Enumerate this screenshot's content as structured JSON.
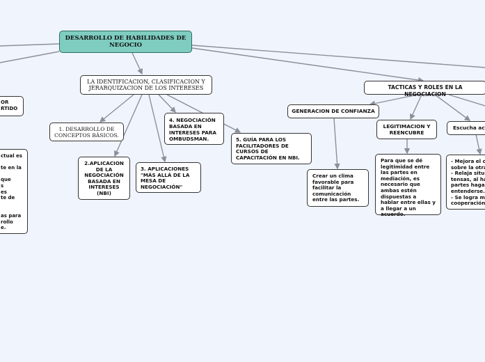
{
  "nodes": {
    "root": "DESARROLLO DE HABILIDADES DE NEGOCIO",
    "identificacion": "LA IDENTIFICACION, CLASIFICACION Y JERARQUIZACION DE LOS INTERESES",
    "tacticas": "TACTICAS Y ROLES EN LA NEGOCIACION",
    "left_partial": "OR\nRTIDO",
    "left_text_partial": "ctual es\n\nte en la\n\n que\ns\n es\nte de\n\n\nas para\nrollo\ne.",
    "desarrollo_conceptos": "1. DESARROLLO DE CONCEPTOS BÁSICOS.",
    "aplicacion_nbi": "2.APLICACION DE LA NEGOCIACIÓN BASADA EN INTERESES (NBI)",
    "aplicaciones_mas_alla": "3. APLICACIONES \"MÁS ALLÁ DE LA MESA DE NEGOCIACIÓN\"",
    "negociacion_ombudsman": "4. NEGOCIACIÓN BASADA EN INTERESES PARA OMBUDSMAN.",
    "guia_facilitadores": "5. GUÍA PARA LOS FACILITADORES DE CURSOS DE CAPACITACIÓN EN NBI.",
    "generacion_confianza": "GENERACION DE CONFIANZA",
    "clima_favorable": "Crear un clima favorable para facilitar la comunicación entre las partes.",
    "legitimacion": "LEGITIMACION Y REENCUBRE",
    "legitimidad_text": "Para que se dé legitimidad entre las partes en mediación, es necesario que ambas estén dispuestas a hablar entre ellas y a llegar a un acuerdo.",
    "escucha_partial": "Escucha act",
    "escucha_text_partial": "- Mejora el c\nsobre la otra\n- Relaja situ\ntensas, al ha\npartes hagar\nentenderse.\n- Se logra m\ncooperación"
  }
}
